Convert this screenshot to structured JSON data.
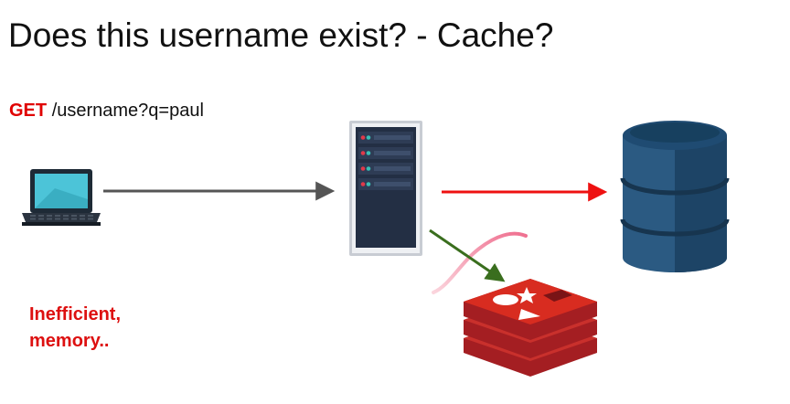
{
  "title": "Does this username exist? - Cache?",
  "request": {
    "method": "GET",
    "path": "/username?q=paul"
  },
  "note": {
    "line1": "Inefficient,",
    "line2": "memory.."
  },
  "colors": {
    "request_method": "#e00000",
    "note": "#dd1010",
    "arrow_client_server": "#555555",
    "arrow_server_db": "#ee1111",
    "arrow_server_cache": "#3a6e1e",
    "cache_squiggle": "#f4a0b0",
    "database": "#2b5a82",
    "cache": "#c9302c",
    "server": "#232f44"
  },
  "icons": {
    "client": "laptop-icon",
    "server": "server-rack-icon",
    "database": "database-icon",
    "cache": "redis-cache-icon"
  }
}
